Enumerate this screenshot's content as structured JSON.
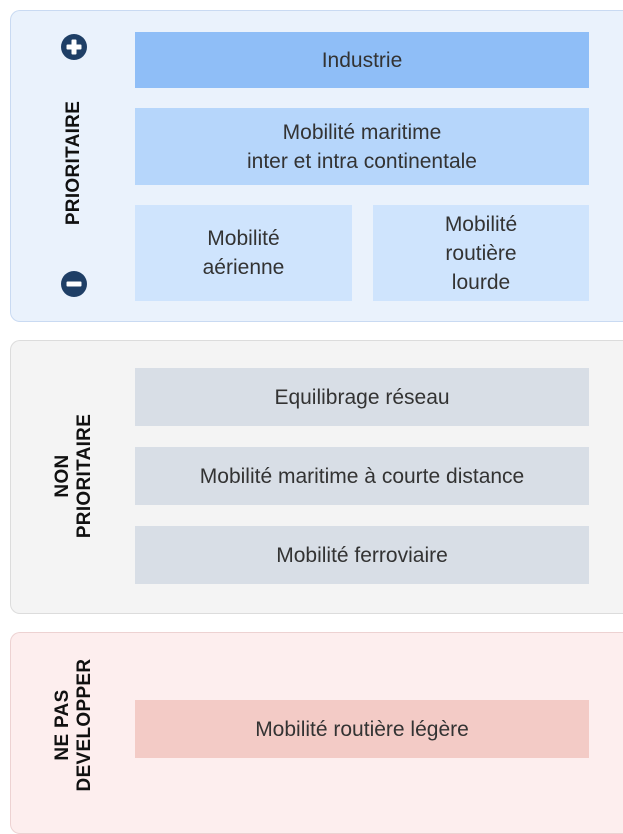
{
  "prioritaire": {
    "label": "PRIORITAIRE",
    "plus_icon": "plus-circle-icon",
    "minus_icon": "minus-circle-icon",
    "industrie": "Industrie",
    "maritime_line1": "Mobilité maritime",
    "maritime_line2": "inter et intra continentale",
    "aerienne_line1": "Mobilité",
    "aerienne_line2": "aérienne",
    "routiere_line1": "Mobilité",
    "routiere_line2": "routière",
    "routiere_line3": "lourde"
  },
  "non_prioritaire": {
    "label_line1": "NON",
    "label_line2": "PRIORITAIRE",
    "items": [
      "Equilibrage réseau",
      "Mobilité maritime à courte distance",
      "Mobilité ferroviaire"
    ]
  },
  "ne_pas_developper": {
    "label_line1": "NE PAS",
    "label_line2": "DEVELOPPER",
    "item": "Mobilité routière légère"
  },
  "colors": {
    "icon": "#1f3f66",
    "prioritaire_bg": "#eaf2fc",
    "non_prioritaire_bg": "#f4f4f4",
    "ne_pas_developper_bg": "#fdeeee"
  }
}
